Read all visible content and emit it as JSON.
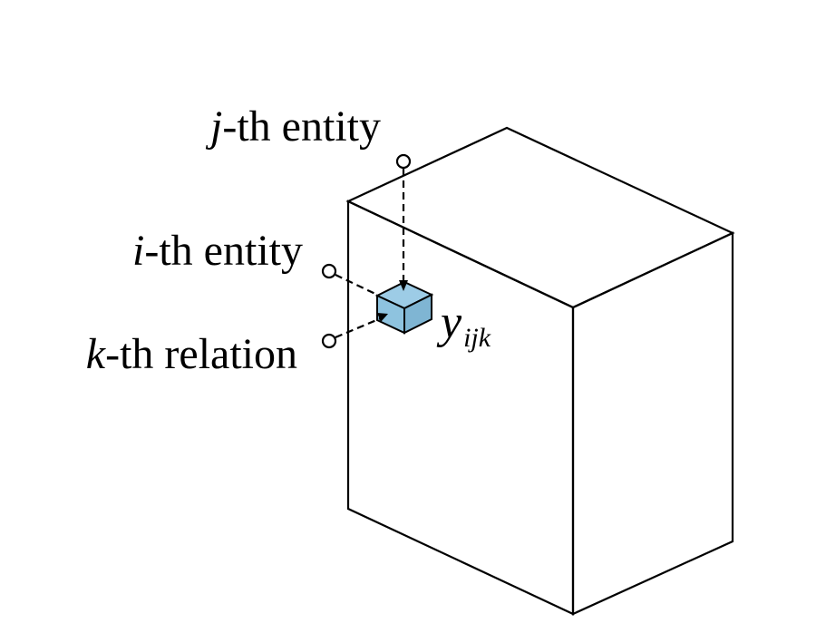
{
  "labels": {
    "j_entity": {
      "var": "j",
      "text": "-th entity"
    },
    "i_entity": {
      "var": "i",
      "text": "-th entity"
    },
    "k_relation": {
      "var": "k",
      "text": "-th relation"
    },
    "element": {
      "base": "y",
      "subscript": "ijk"
    }
  },
  "colors": {
    "line": "#000000",
    "small_cube_front": "#8ec3df",
    "small_cube_top": "#9dcce6",
    "small_cube_side": "#7fb5d3",
    "background": "#ffffff"
  }
}
